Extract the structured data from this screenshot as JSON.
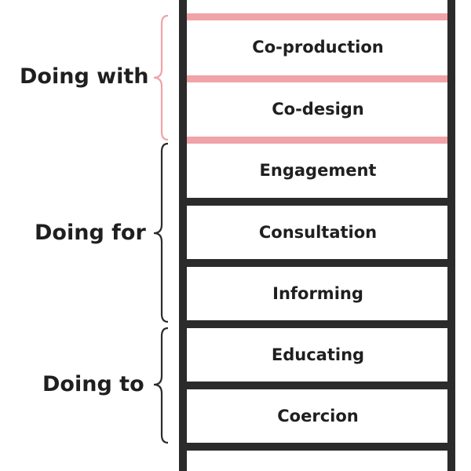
{
  "colors": {
    "ladder": "#2b2b2b",
    "upper_rung": "#f0a3a8",
    "upper_brace": "#f0a3a8",
    "text": "#1f1f1f"
  },
  "rungs": [
    {
      "label": "Co-production"
    },
    {
      "label": "Co-design"
    },
    {
      "label": "Engagement"
    },
    {
      "label": "Consultation"
    },
    {
      "label": "Informing"
    },
    {
      "label": "Educating"
    },
    {
      "label": "Coercion"
    }
  ],
  "groups": [
    {
      "label": "Doing with"
    },
    {
      "label": "Doing for"
    },
    {
      "label": "Doing to"
    }
  ]
}
